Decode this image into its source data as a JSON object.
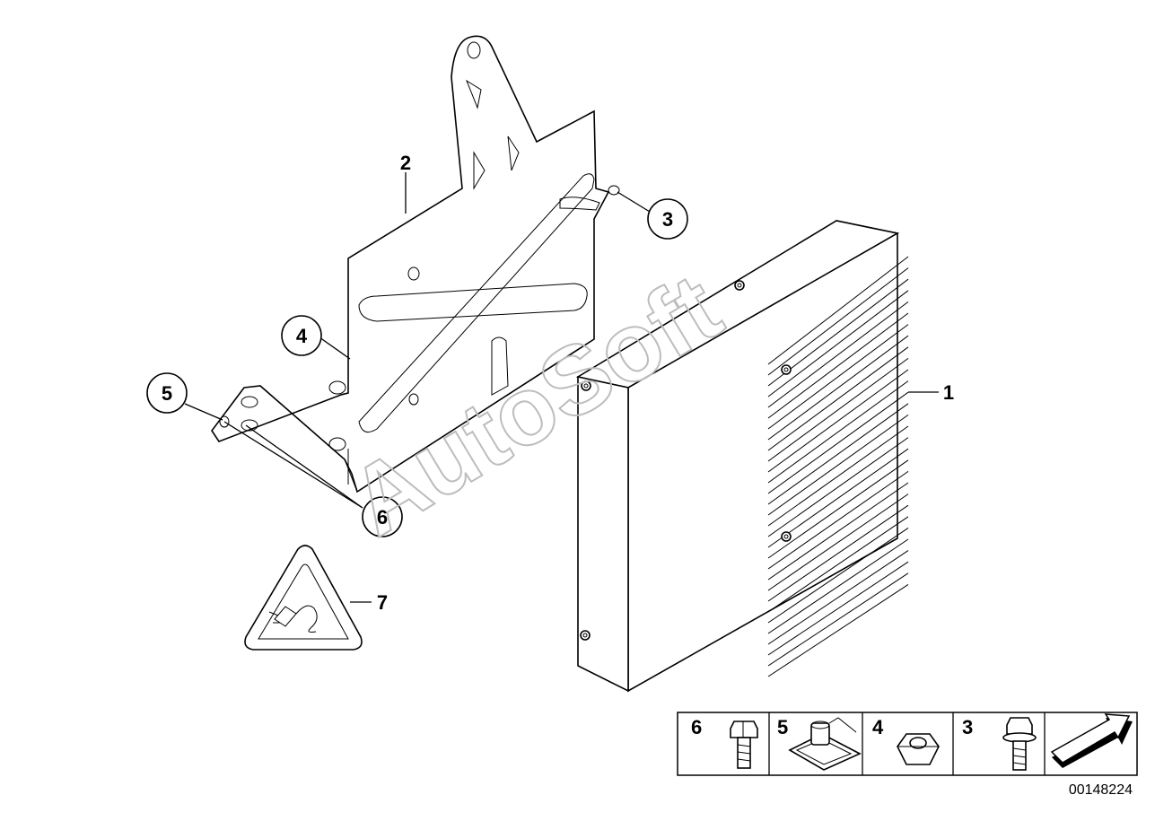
{
  "diagram": {
    "watermark": "AutoSoft",
    "drawing_code": "00148224",
    "callouts": [
      {
        "id": "c1",
        "label": "1",
        "circled": false
      },
      {
        "id": "c2",
        "label": "2",
        "circled": false
      },
      {
        "id": "c3",
        "label": "3",
        "circled": true
      },
      {
        "id": "c4",
        "label": "4",
        "circled": true
      },
      {
        "id": "c5",
        "label": "5",
        "circled": true
      },
      {
        "id": "c6",
        "label": "6",
        "circled": true
      },
      {
        "id": "c7",
        "label": "7",
        "circled": false
      }
    ],
    "legend": [
      {
        "label": "6",
        "icon": "hex-bolt-icon"
      },
      {
        "label": "5",
        "icon": "clip-nut-icon"
      },
      {
        "label": "4",
        "icon": "hex-nut-icon"
      },
      {
        "label": "3",
        "icon": "flange-bolt-icon"
      },
      {
        "label": "",
        "icon": "arrow-icon"
      }
    ]
  }
}
